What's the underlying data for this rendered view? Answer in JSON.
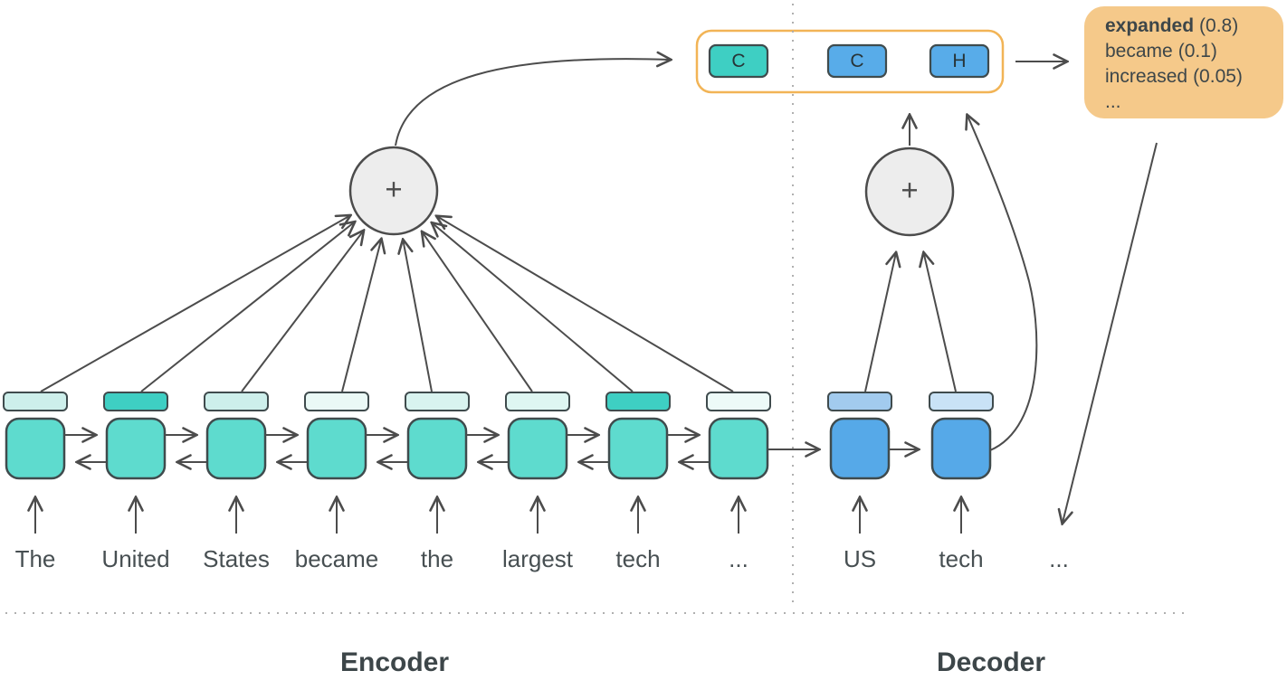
{
  "encoder": {
    "label": "Encoder",
    "sum_label": "+",
    "words": [
      "The",
      "United",
      "States",
      "became",
      "the",
      "largest",
      "tech",
      "..."
    ],
    "attention_bar_colors": [
      "#cdefeb",
      "#3ecfc3",
      "#cdefeb",
      "#eaf9f6",
      "#d8f3ef",
      "#def6f2",
      "#3ecfc3",
      "#edfaf8"
    ]
  },
  "decoder": {
    "label": "Decoder",
    "sum_label": "+",
    "words": [
      "US",
      "tech",
      "..."
    ],
    "attention_bar_colors": [
      "#a2cbee",
      "#c9e2f6"
    ]
  },
  "context_box": {
    "units": [
      {
        "label": "C",
        "color": "#3ecfc3"
      },
      {
        "label": "C",
        "color": "#58ace9"
      },
      {
        "label": "H",
        "color": "#58ace9"
      }
    ]
  },
  "output_box": {
    "lines": [
      {
        "word": "expanded",
        "prob": "(0.8)"
      },
      {
        "word": "became",
        "prob": "(0.1)"
      },
      {
        "word": "increased",
        "prob": "(0.05)"
      },
      {
        "word": "...",
        "prob": ""
      }
    ]
  },
  "colors": {
    "encoder_cell": "#5edbce",
    "decoder_cell": "#56a9e8",
    "box_stroke": "#3f4b4d",
    "arrow": "#4c4c4c",
    "sum_circle_fill": "#ededed",
    "sum_circle_stroke": "#4c4c4c",
    "container_stroke": "#f2b456",
    "output_box_fill": "#f5c98a",
    "dotted_line": "#b0b0b0",
    "text": "#3d4649"
  }
}
